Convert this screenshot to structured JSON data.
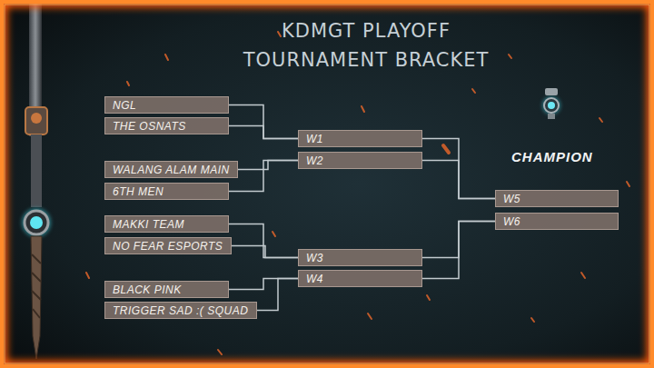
{
  "diagram": {
    "title": "KDMGT PLAYOFF TOURNAMENT BRACKET",
    "nodes": [
      {
        "text": [
          "NGL"
        ]
      },
      {
        "text": [
          "THE OSNATS"
        ]
      },
      {
        "text": [
          "WALANG ALAM MAIN"
        ]
      },
      {
        "text": [
          "6TH MEN"
        ]
      },
      {
        "text": [
          "MAKKI TEAM"
        ]
      },
      {
        "text": [
          "NO FEAR ESPORTS"
        ]
      },
      {
        "text": [
          "BLACK PINK"
        ]
      },
      {
        "text": [
          "TRIGGER SAD :( SQUAD"
        ]
      },
      {
        "text": [
          "W1"
        ]
      },
      {
        "text": [
          "W2"
        ]
      },
      {
        "text": [
          "W3"
        ]
      },
      {
        "text": [
          "W4"
        ]
      },
      {
        "text": [
          "W5"
        ]
      },
      {
        "text": [
          "W6"
        ]
      }
    ],
    "edges": [
      {
        "from": 0,
        "to": 8,
        "arrow": "none"
      },
      {
        "from": 1,
        "to": 8,
        "arrow": "none"
      },
      {
        "from": 2,
        "to": 9,
        "arrow": "none"
      },
      {
        "from": 3,
        "to": 9,
        "arrow": "none"
      },
      {
        "from": 4,
        "to": 10,
        "arrow": "none"
      },
      {
        "from": 5,
        "to": 10,
        "arrow": "none"
      },
      {
        "from": 6,
        "to": 11,
        "arrow": "none"
      },
      {
        "from": 7,
        "to": 11,
        "arrow": "none"
      },
      {
        "from": 8,
        "to": 12,
        "arrow": "none"
      },
      {
        "from": 9,
        "to": 12,
        "arrow": "none"
      },
      {
        "from": 10,
        "to": 13,
        "arrow": "none"
      },
      {
        "from": 11,
        "to": 13,
        "arrow": "none"
      }
    ],
    "labels": [
      "CHAMPION"
    ]
  }
}
